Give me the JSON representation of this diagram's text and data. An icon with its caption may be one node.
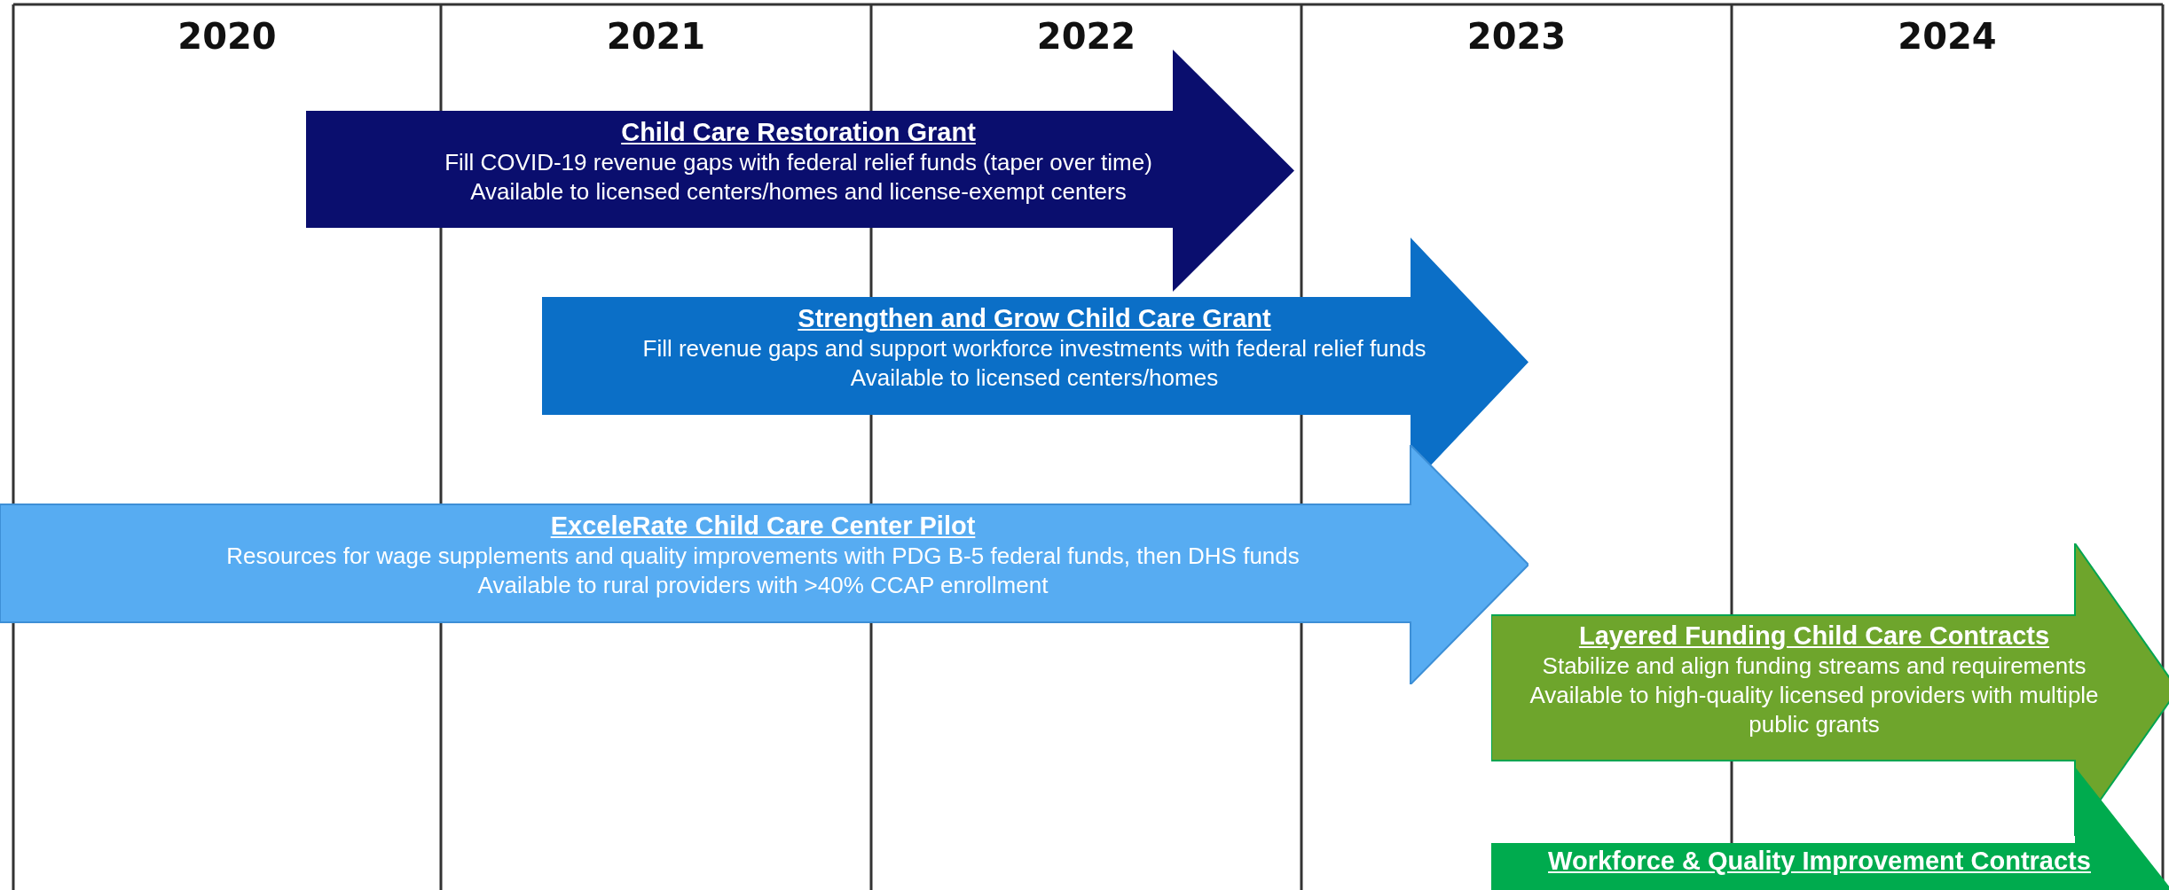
{
  "diagram": {
    "nodes": [
      {
        "text": [
          "Child Care Restoration Grant",
          "Fill COVID-19 revenue gaps with federal relief funds (taper over time)",
          "Available to licensed centers/homes and license-exempt centers"
        ]
      },
      {
        "text": [
          "Strengthen and Grow Child Care Grant",
          "Fill revenue gaps and support workforce investments with federal relief funds",
          "Available to licensed centers/homes"
        ]
      },
      {
        "text": [
          "ExceleRate Child Care Center Pilot",
          "Resources for wage supplements and quality improvements with PDG B-5 federal funds, then DHS funds",
          "Available to rural providers with >40% CCAP enrollment"
        ]
      },
      {
        "text": [
          "Layered Funding Child Care Contracts",
          "Stabilize and align funding streams and requirements",
          "Available to high-quality licensed providers with multiple public grants"
        ]
      },
      {
        "text": [
          "Workforce & Quality Improvement Contracts"
        ]
      }
    ],
    "edges": [],
    "labels": [
      "2020",
      "2021",
      "2022",
      "2023",
      "2024"
    ]
  }
}
